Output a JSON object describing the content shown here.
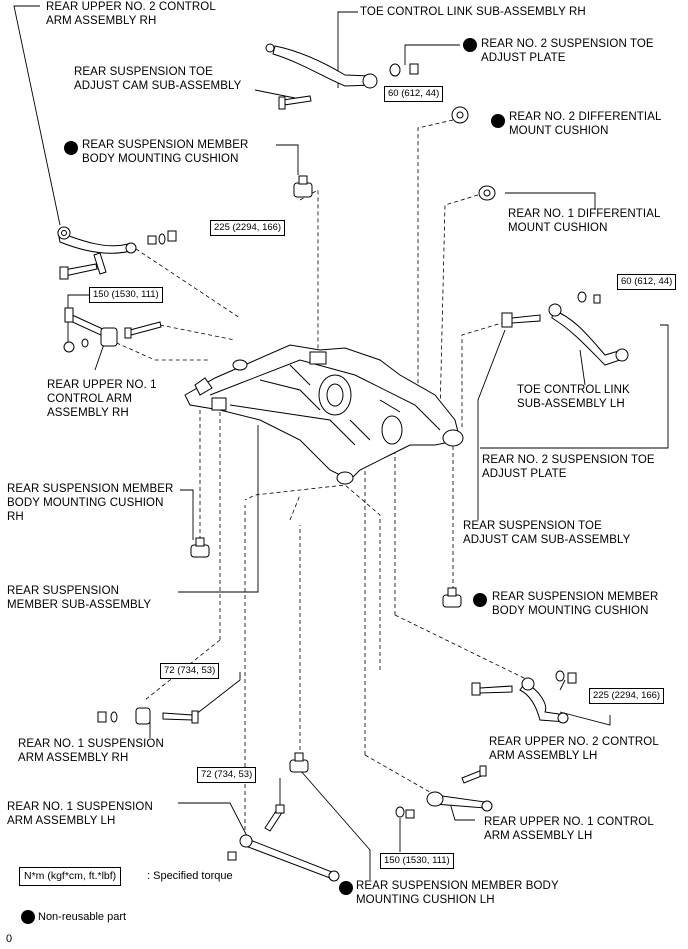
{
  "labels": {
    "upper2_rh": "REAR UPPER NO. 2 CONTROL\nARM ASSEMBLY RH",
    "toe_link_rh": "TOE CONTROL LINK SUB-ASSEMBLY RH",
    "toe_plate_top": "REAR NO. 2 SUSPENSION TOE\nADJUST PLATE",
    "toe_cam_top": "REAR SUSPENSION TOE\nADJUST CAM SUB-ASSEMBLY",
    "diff2": "REAR NO. 2 DIFFERENTIAL\nMOUNT CUSHION",
    "member_cushion_top": "REAR SUSPENSION MEMBER\nBODY MOUNTING CUSHION",
    "diff1": "REAR NO. 1 DIFFERENTIAL\nMOUNT CUSHION",
    "upper1_rh": "REAR UPPER NO. 1\nCONTROL ARM\nASSEMBLY RH",
    "toe_link_lh": "TOE CONTROL LINK\nSUB-ASSEMBLY LH",
    "toe_plate_mid": "REAR NO. 2 SUSPENSION TOE\nADJUST PLATE",
    "member_cushion_rh": "REAR SUSPENSION MEMBER\nBODY MOUNTING CUSHION\nRH",
    "toe_cam_mid": "REAR SUSPENSION TOE\nADJUST CAM SUB-ASSEMBLY",
    "member_sub": "REAR SUSPENSION\nMEMBER SUB-ASSEMBLY",
    "member_cushion_right": "REAR SUSPENSION MEMBER\nBODY MOUNTING CUSHION",
    "upper2_lh": "REAR UPPER NO. 2 CONTROL\nARM ASSEMBLY LH",
    "susp1_rh": "REAR NO. 1 SUSPENSION\nARM ASSEMBLY RH",
    "susp1_lh": "REAR NO. 1 SUSPENSION\nARM ASSEMBLY LH",
    "upper1_lh": "REAR UPPER NO. 1 CONTROL\nARM ASSEMBLY LH",
    "member_cushion_lh": "REAR SUSPENSION MEMBER BODY\nMOUNTING CUSHION LH"
  },
  "torques": {
    "t60_top": "60 (612, 44)",
    "t225_rh": "225 (2294, 166)",
    "t150_rh": "150 (1530, 111)",
    "t60_lh": "60 (612, 44)",
    "t72_rh": "72 (734, 53)",
    "t225_lh": "225 (2294, 166)",
    "t72_lh": "72 (734, 53)",
    "t150_lh": "150 (1530, 111)"
  },
  "legend": {
    "torque_unit": "N*m (kgf*cm, ft.*lbf)",
    "torque_text": ": Specified torque",
    "nonreusable_text": "Non-reusable part"
  },
  "footer_code": "0",
  "colors": {
    "ink": "#000000",
    "background": "#ffffff",
    "part_fill": "#ffffff"
  }
}
